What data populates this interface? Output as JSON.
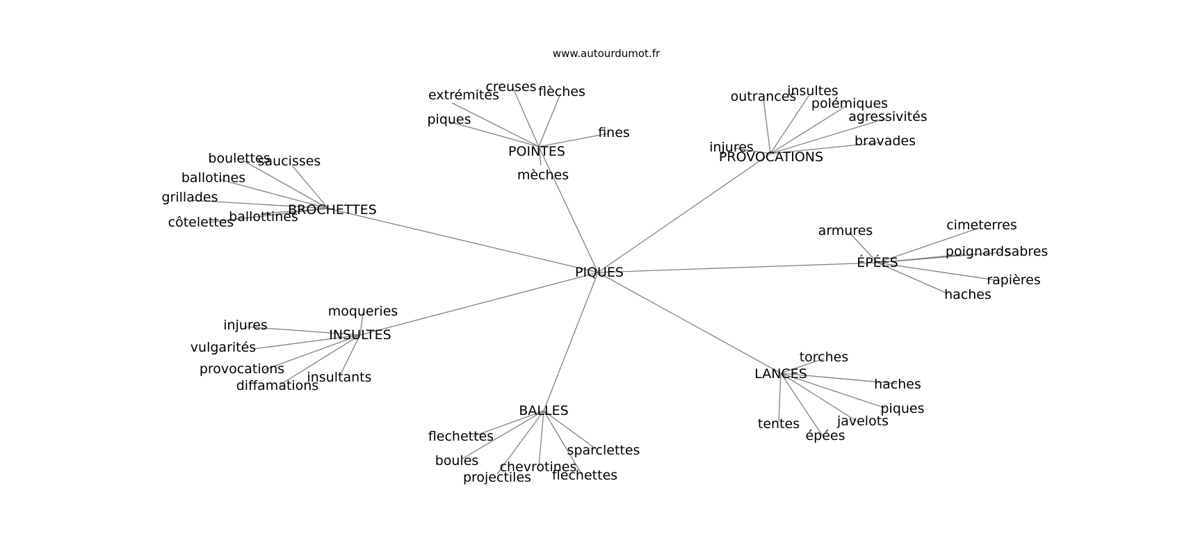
{
  "source": "www.autourdumot.fr",
  "graph": {
    "root": "PIQUES",
    "groups": [
      {
        "hub": "POINTES",
        "leaves": [
          "extrémités",
          "creuses",
          "flèches",
          "piques",
          "fines",
          "mèches"
        ]
      },
      {
        "hub": "PROVOCATIONS",
        "leaves": [
          "outrances",
          "insultes",
          "polémiques",
          "agressivités",
          "injures",
          "bravades"
        ]
      },
      {
        "hub": "BROCHETTES",
        "leaves": [
          "boulettes",
          "saucisses",
          "ballotines",
          "grillades",
          "ballottines",
          "côtelettes"
        ]
      },
      {
        "hub": "ÉPÉES",
        "leaves": [
          "armures",
          "cimeterres",
          "poignards",
          "sabres",
          "rapières",
          "haches"
        ]
      },
      {
        "hub": "INSULTES",
        "leaves": [
          "moqueries",
          "injures",
          "vulgarités",
          "provocations",
          "insultants",
          "diffamations"
        ]
      },
      {
        "hub": "LANCES",
        "leaves": [
          "torches",
          "haches",
          "piques",
          "javelots",
          "tentes",
          "épées"
        ]
      },
      {
        "hub": "BALLES",
        "leaves": [
          "flechettes",
          "boules",
          "chevrotines",
          "projectiles",
          "sparclettes",
          "flechettes"
        ]
      }
    ]
  }
}
